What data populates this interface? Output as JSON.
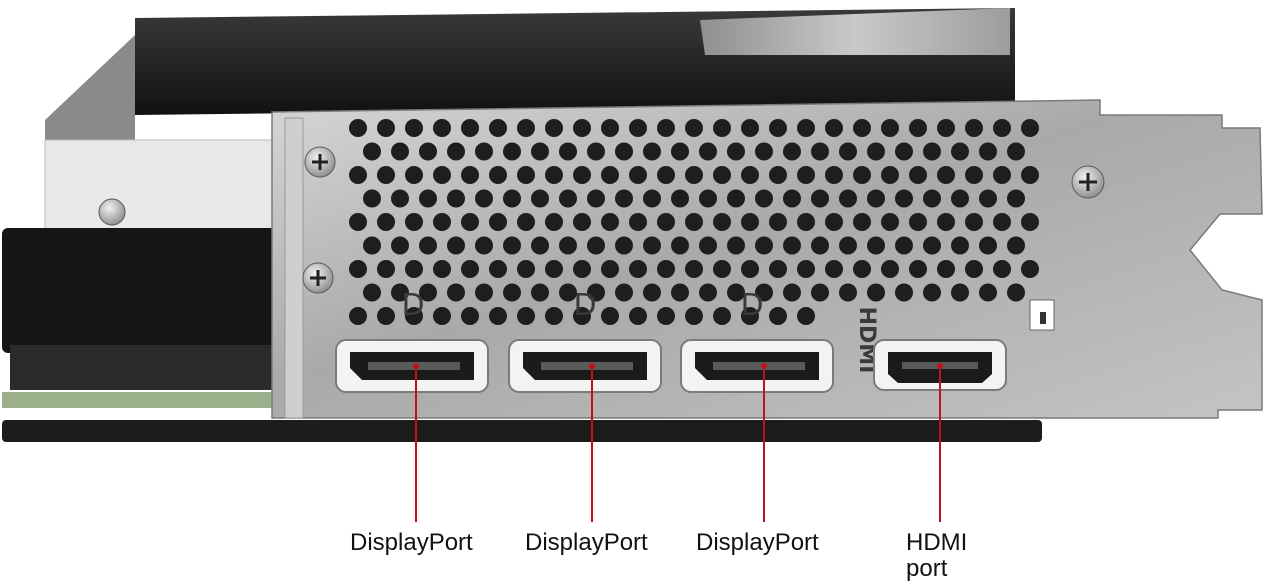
{
  "colors": {
    "callout_line": "#c0121e",
    "bracket_steel": "#b9b9b9",
    "cooler_dark": "#1f1f1f",
    "shroud_silver": "#9a9a9a",
    "pcb_green": "#9bb08a"
  },
  "callouts": [
    {
      "id": "dp1",
      "label": "DisplayPort"
    },
    {
      "id": "dp2",
      "label": "DisplayPort"
    },
    {
      "id": "dp3",
      "label": "DisplayPort"
    },
    {
      "id": "hdmi",
      "label_line1": "HDMI",
      "label_line2": "port"
    }
  ],
  "bracket_markings": {
    "dp_symbol": "D",
    "hdmi_vertical_logo": "HDMI"
  }
}
